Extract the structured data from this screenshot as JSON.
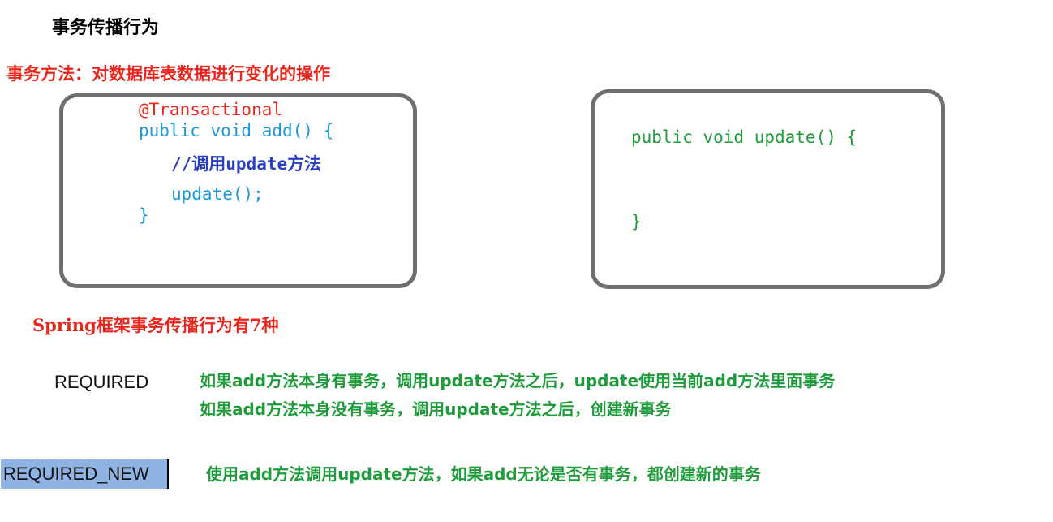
{
  "heading": "事务传播行为",
  "definition": "事务方法：对数据库表数据进行变化的操作",
  "left_box": {
    "annotation": "@Transactional",
    "signature": "public void add() {",
    "comment": "//调用update方法",
    "call": "update();",
    "closing": "}"
  },
  "right_box": {
    "signature": "public void update()  {",
    "closing": "}"
  },
  "spring_note": "Spring框架事务传播行为有7种",
  "required": {
    "label": "REQUIRED",
    "line1": "如果add方法本身有事务，调用update方法之后，update使用当前add方法里面事务",
    "line2": "如果add方法本身没有事务，调用update方法之后，创建新事务"
  },
  "required_new": {
    "label": "REQUIRED_NEW",
    "line1": "使用add方法调用update方法，如果add无论是否有事务，都创建新的事务"
  },
  "colors": {
    "red": "#e8281f",
    "blue": "#1c9ad8",
    "dark_blue": "#2a3fbf",
    "green": "#1f9b3c",
    "box_border": "#6f6f6f",
    "highlight": "#8fb3e3"
  }
}
